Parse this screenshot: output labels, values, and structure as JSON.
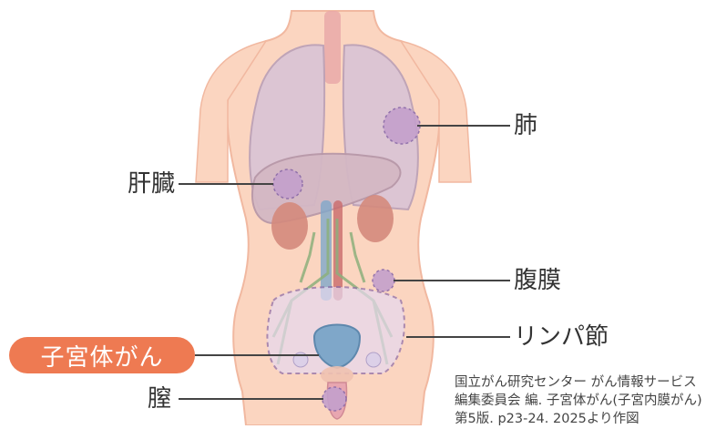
{
  "labels": {
    "lung": "肺",
    "liver": "肝臓",
    "peritoneum": "腹膜",
    "lymph_node": "リンパ節",
    "vagina": "膣"
  },
  "primary_site": "子宮体がん",
  "source_lines": [
    "国立がん研究センター がん情報サービス",
    "編集委員会 編. 子宮体がん(子宮内膜がん)",
    "第5版. p23-24. 2025より作図"
  ],
  "colors": {
    "skin": "#fbd5c0",
    "skin_outline": "#f1b8a0",
    "lung": "#d9c4d6",
    "liver": "#d4b8c4",
    "kidney": "#d48a7c",
    "metastasis": "#c4a0cc",
    "metastasis_border": "#8a6aa8",
    "lymph": "#8db07c",
    "uterus": "#7fa7c9",
    "badge": "#ee7a52",
    "label_line": "#444444"
  }
}
